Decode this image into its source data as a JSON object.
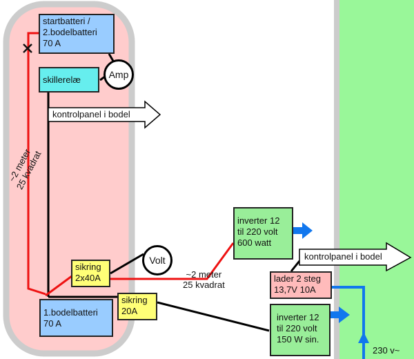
{
  "zones": {
    "boat_zone_color": "#ffcccc",
    "boat_zone_border": "#cccccc",
    "shore_zone_color": "#99f799"
  },
  "components": {
    "start_battery": {
      "line1": "startbatteri /",
      "line2": "2.bodelbatteri",
      "line3": "70 A"
    },
    "isolation_relay": {
      "label": "skillerelæ"
    },
    "amp_meter": {
      "label": "Amp"
    },
    "volt_meter": {
      "label": "Volt"
    },
    "fuse_2x40": {
      "line1": "sikring",
      "line2": "2x40A"
    },
    "fuse_20": {
      "line1": "sikring",
      "line2": "20A"
    },
    "house_battery": {
      "line1": "1.bodelbatteri",
      "line2": "70 A"
    },
    "inverter_600": {
      "line1": "inverter 12",
      "line2": "til 220 volt",
      "line3": "600 watt"
    },
    "inverter_150": {
      "line1": "inverter 12",
      "line2": "til 220 volt",
      "line3": "150 W sin."
    },
    "charger": {
      "line1": "lader 2 steg",
      "line2": "13,7V  10A"
    }
  },
  "labels": {
    "control_panel_1": "kontrolpanel i bodel",
    "control_panel_2": "kontrolpanel i bodel",
    "cable_vertical_line1": "~2 meter",
    "cable_vertical_line2": "25 kvadrat",
    "cable_horizontal_line1": "~2 meter",
    "cable_horizontal_line2": "25 kvadrat",
    "mains": "230 v~"
  },
  "colors": {
    "power_cable": "#ee1111",
    "signal_cable": "#000000",
    "ac_line": "#1177ee"
  }
}
